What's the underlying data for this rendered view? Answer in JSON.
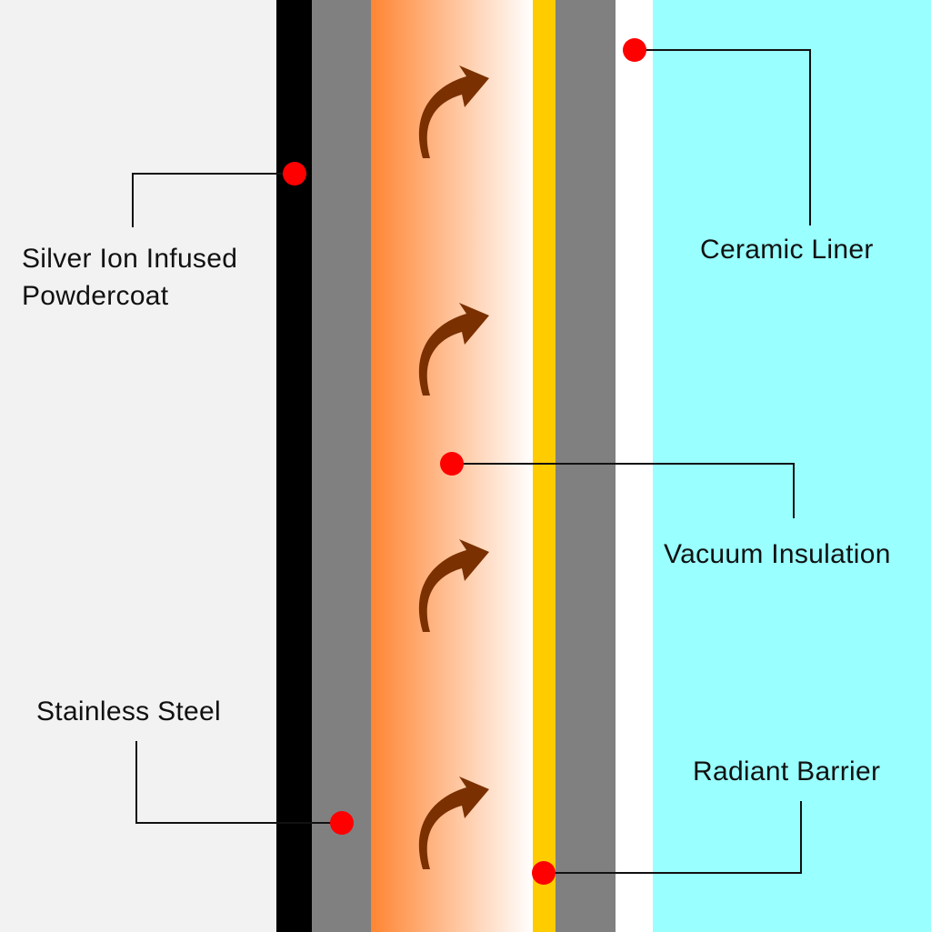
{
  "colors": {
    "background": "#f2f2f2",
    "powdercoat": "#000000",
    "stainless_steel": "#808080",
    "vacuum_hot": "#ff8533",
    "vacuum_cool": "#ffffff",
    "radiant_barrier": "#ffcc00",
    "gap": "#ffffff",
    "ceramic": "#99ffff",
    "callout_dot": "#ff0000",
    "heat_arrow": "#7a3000"
  },
  "labels": {
    "silver": "Silver Ion Infused\nPowdercoat",
    "steel": "Stainless Steel",
    "ceramic": "Ceramic Liner",
    "vacuum": "Vacuum Insulation",
    "radiant": "Radiant Barrier"
  },
  "icons": {
    "heat_arrow": "curved-arrow-up-right-icon",
    "callout": "red-dot-marker"
  }
}
